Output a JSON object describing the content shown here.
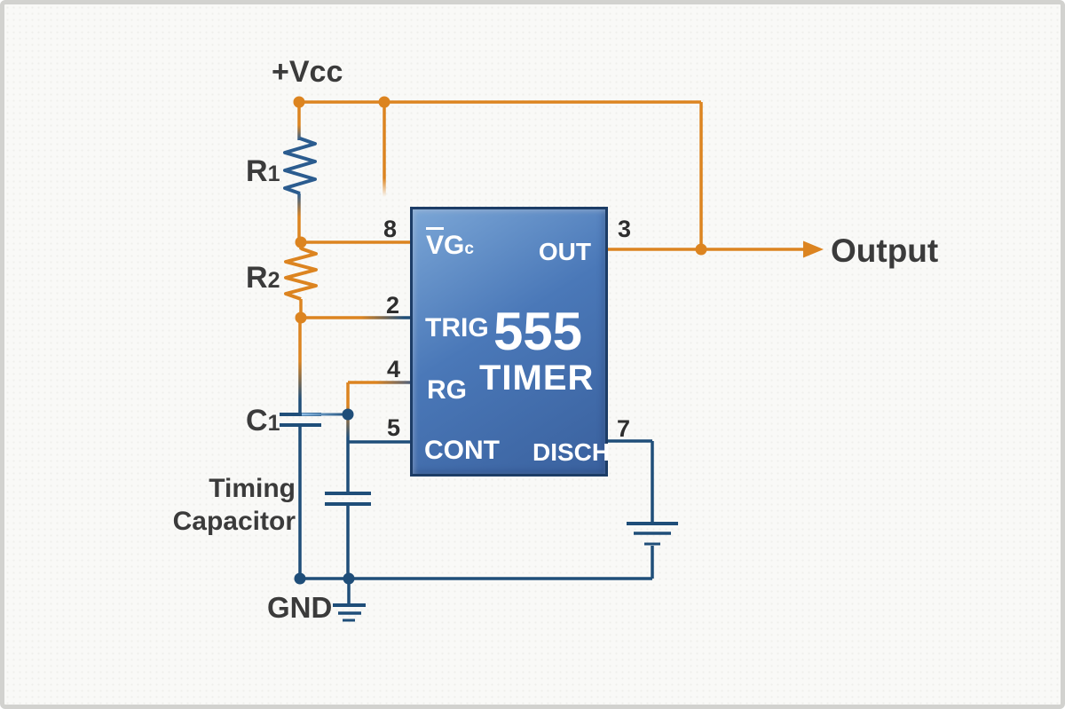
{
  "diagram": {
    "labels": {
      "vcc": "+Vcc",
      "gnd": "GND",
      "output": "Output",
      "timing_cap_line1": "Timing",
      "timing_cap_line2": "Capacitor"
    },
    "components": {
      "r1_main": "R",
      "r1_sub": "1",
      "r2_main": "R",
      "r2_sub": "2",
      "c1_main": "C",
      "c1_sub": "1"
    },
    "chip": {
      "part_number": "555",
      "part_type": "TIMER",
      "pins": {
        "vcc_v": "V",
        "vcc_g": "G",
        "vcc_sub": "c",
        "out": "OUT",
        "trig": "TRIG",
        "reset": "RG",
        "cont": "CONT",
        "disch": "DISCH"
      },
      "pin_numbers": {
        "p8": "8",
        "p2": "2",
        "p4": "4",
        "p5": "5",
        "p3": "3",
        "p7": "7"
      }
    },
    "colors": {
      "wire_orange": "#DC8420",
      "wire_blue": "#1F4E79",
      "wire_lightblue": "#8FC0EA",
      "resistor_blue": "#2B5C8F",
      "gray_blend": "#53627A",
      "chip_top": "#7BA6D6",
      "chip_mid": "#4A78B8",
      "chip_bottom": "#3A619E",
      "chip_border": "#1C3C66",
      "label": "#3B3B3B"
    }
  }
}
